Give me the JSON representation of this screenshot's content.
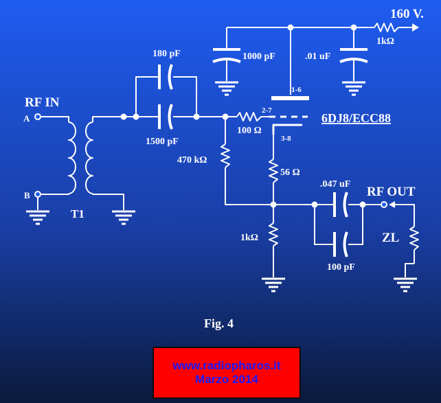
{
  "supply": {
    "voltage": "160 V.",
    "series_resistor": "1kΩ"
  },
  "input": {
    "title": "RF IN",
    "terminal_a": "A",
    "terminal_b": "B",
    "transformer": "T1"
  },
  "capacitors": {
    "c180": "180 pF",
    "c1500": "1500 pF",
    "c1000": "1000 pF",
    "c01": ".01 uF",
    "c047": ".047 uF",
    "c100": "100 pF"
  },
  "resistors": {
    "r100": "100 Ω",
    "r470k": "470 kΩ",
    "r56": "56 Ω",
    "r1k_cathode": "1kΩ"
  },
  "tube": {
    "type": "6DJ8/ECC88",
    "pin_plate": "1-6",
    "pin_grid": "2-7",
    "pin_cathode": "3-8"
  },
  "output": {
    "title": "RF OUT",
    "load": "ZL"
  },
  "caption": "Fig. 4",
  "footer": {
    "site": "www.radiopharos.it",
    "date": "Marzo 2014"
  },
  "colors": {
    "background_top": "#1e5cf0",
    "background_bottom": "#0a1a3c",
    "wire": "#ffffff",
    "footer_box": "#ff0000",
    "footer_text": "#1a1aff"
  }
}
